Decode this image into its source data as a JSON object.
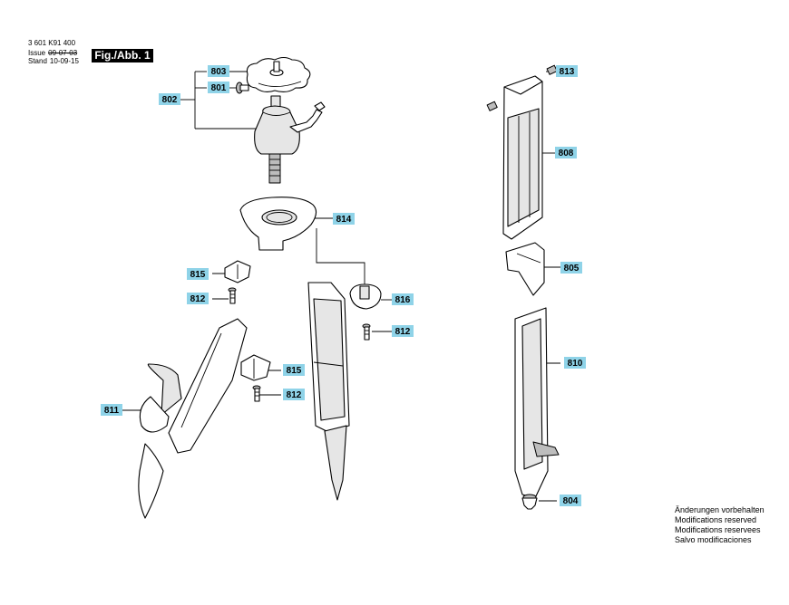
{
  "header": {
    "part_number": "3 601 K91 400",
    "issue_label": "Issue",
    "issue_date": "09-07-03",
    "stand_label": "Stand",
    "stand_date": "10-09-15",
    "figure_label": "Fig./Abb. 1"
  },
  "notes": [
    "Änderungen vorbehalten",
    "Modifications reserved",
    "Modifications reservees",
    "Salvo modificaciones"
  ],
  "parts": {
    "p801": "801",
    "p802": "802",
    "p803": "803",
    "p804": "804",
    "p805": "805",
    "p808": "808",
    "p810": "810",
    "p811": "811",
    "p812a": "812",
    "p812b": "812",
    "p812c": "812",
    "p813": "813",
    "p814": "814",
    "p815a": "815",
    "p815b": "815",
    "p816": "816"
  },
  "colors": {
    "label_fill": "#8fd3e8",
    "figure_box": "#000000"
  }
}
